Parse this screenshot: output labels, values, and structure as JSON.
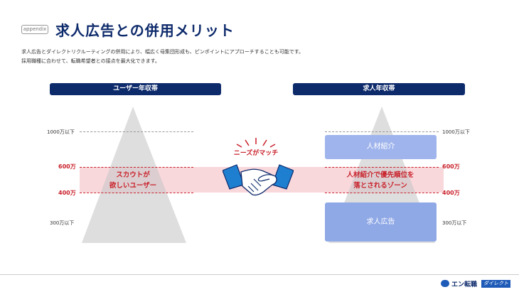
{
  "header": {
    "tag": "appendix",
    "title": "求人広告との併用メリット",
    "lead_line1": "求人広告とダイレクトリクルーティングの併用により、幅広く母集団形成も、ピンポイントにアプローチすることも可能です。",
    "lead_line2": "採用職種に合わせて、転職希望者との接点を最大化できます。"
  },
  "left": {
    "bar_label": "ユーザー年収帯",
    "highlight_text_1": "スカウトが",
    "highlight_text_2": "欲しいユーザー"
  },
  "right": {
    "bar_label": "求人年収帯",
    "box_top": "人材紹介",
    "highlight_text_1": "人材紹介で優先順位を",
    "highlight_text_2": "落とされるゾーン",
    "box_bottom": "求人広告"
  },
  "axis": {
    "l1000": "1000万以下",
    "l600": "600万",
    "l400": "400万",
    "l300": "300万以下"
  },
  "center": {
    "match_label": "ニーズがマッチ"
  },
  "footer": {
    "logo_main": "エン転職",
    "logo_sub": "ダイレクト"
  },
  "colors": {
    "navy": "#0d2a6b",
    "red": "#c9202a",
    "pink": "#f9d8dc",
    "box_blue": "#9fb4ec"
  }
}
